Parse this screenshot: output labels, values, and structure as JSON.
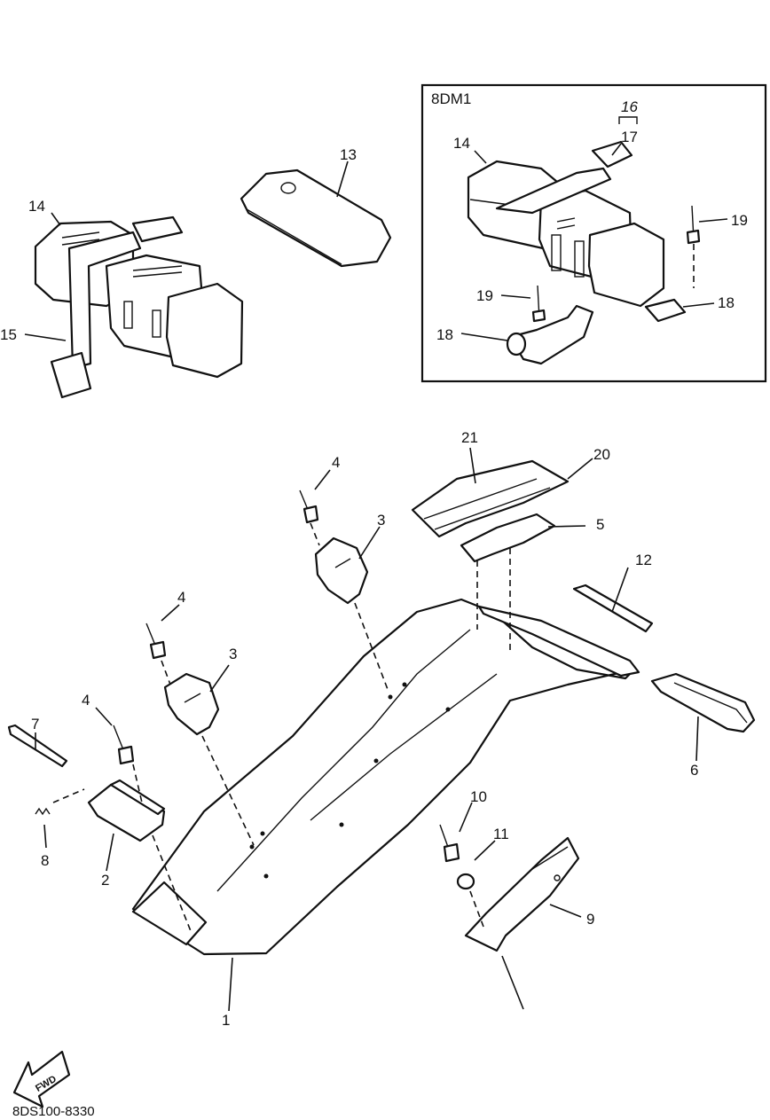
{
  "diagram": {
    "inset_label": "8DM1",
    "figure_code": "8DS100-8330",
    "fwd_label": "FWD",
    "callouts": {
      "n1": "1",
      "n2": "2",
      "n3a": "3",
      "n3b": "3",
      "n4a": "4",
      "n4b": "4",
      "n4c": "4",
      "n5": "5",
      "n6": "6",
      "n7": "7",
      "n8": "8",
      "n9": "9",
      "n10": "10",
      "n11": "11",
      "n12": "12",
      "n13": "13",
      "n14": "14",
      "n15": "15",
      "n14i": "14",
      "n16": "16",
      "n17": "17",
      "n18a": "18",
      "n18b": "18",
      "n19a": "19",
      "n19b": "19",
      "n20": "20",
      "n21": "21"
    }
  }
}
